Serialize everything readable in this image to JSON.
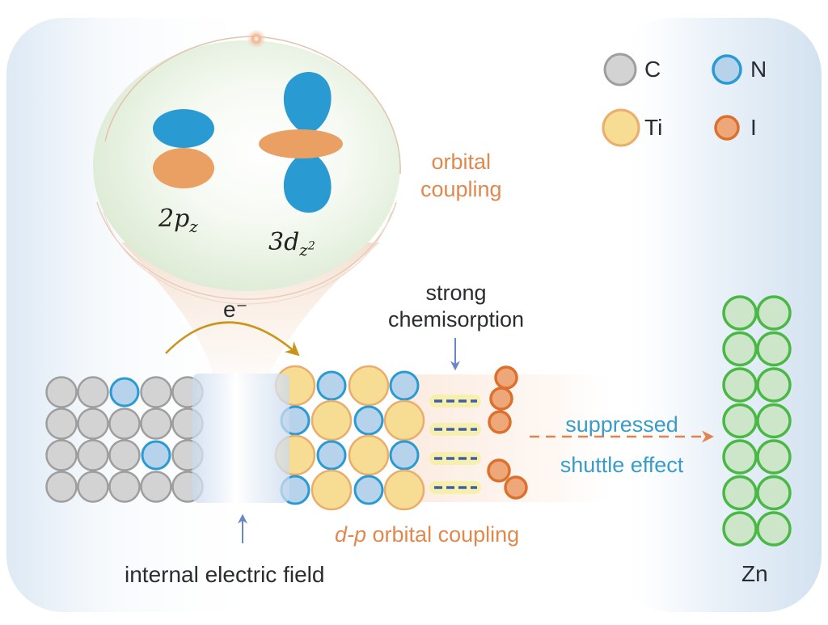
{
  "legend": {
    "items": [
      {
        "symbol": "C",
        "element": "carbon",
        "fill": "#d3d3d3",
        "stroke": "#9e9e9e"
      },
      {
        "symbol": "N",
        "element": "nitrogen",
        "fill": "#b7d2eb",
        "stroke": "#2a9bd2"
      },
      {
        "symbol": "Ti",
        "element": "titanium",
        "fill": "#f7dc93",
        "stroke": "#e9ad6c"
      },
      {
        "symbol": "I",
        "element": "iodine",
        "fill": "#eea779",
        "stroke": "#dc702e"
      }
    ]
  },
  "orbitals": {
    "p_label_main": "2p",
    "p_label_sub": "z",
    "d_label_main": "3d",
    "d_label_sub": "z",
    "d_label_sup": "2",
    "lobe_blue": "#2a9bd2",
    "lobe_orange": "#eaa062",
    "caption_line1": "orbital",
    "caption_line2": "coupling"
  },
  "electron_label": "e⁻",
  "labels": {
    "strong_line1": "strong",
    "strong_line2": "chemisorption",
    "suppressed_line1": "suppressed",
    "suppressed_line2": "shuttle effect",
    "dp_italic": "d-p",
    "dp_rest": " orbital coupling",
    "internal_field": "internal electric field",
    "zn": "Zn"
  },
  "lattices": {
    "carbon_nitride": {
      "rows": [
        [
          "C",
          "C",
          "N",
          "C",
          "C"
        ],
        [
          "C",
          "C",
          "C",
          "C",
          "C"
        ],
        [
          "C",
          "C",
          "C",
          "N",
          "C"
        ],
        [
          "C",
          "C",
          "C",
          "C",
          "C"
        ]
      ]
    },
    "ti_n": {
      "rows": [
        [
          "Ti",
          "N",
          "Ti",
          "N"
        ],
        [
          "N",
          "Ti",
          "N",
          "Ti"
        ],
        [
          "Ti",
          "N",
          "Ti",
          "N"
        ],
        [
          "N",
          "Ti",
          "N",
          "Ti"
        ]
      ]
    },
    "zn": {
      "rows": 7,
      "cols": 2,
      "fill": "#cde5c8",
      "stroke": "#49b845"
    }
  },
  "colors": {
    "arrow_gold": "#c9961b",
    "arrow_blue": "#6a86c6",
    "shuttle_arrow": "#e3824a",
    "bond_dash": "#3f5ea8",
    "bond_glow": "#f4ef9a"
  }
}
